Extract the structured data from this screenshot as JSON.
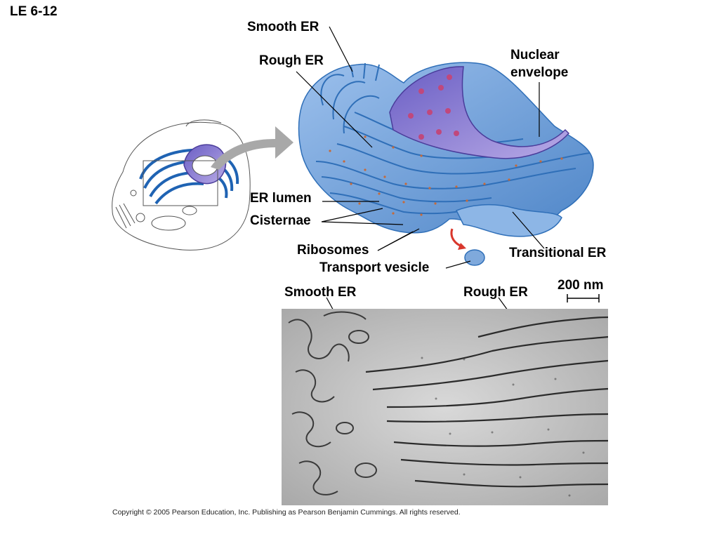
{
  "figure_id": "LE 6-12",
  "labels": {
    "smooth_er_top": "Smooth ER",
    "rough_er_top": "Rough ER",
    "nuclear_envelope_line1": "Nuclear",
    "nuclear_envelope_line2": "envelope",
    "er_lumen": "ER lumen",
    "cisternae": "Cisternae",
    "ribosomes": "Ribosomes",
    "transport_vesicle": "Transport vesicle",
    "transitional_er": "Transitional ER",
    "scale_bar": "200 nm",
    "smooth_er_micrograph": "Smooth ER",
    "rough_er_micrograph": "Rough ER"
  },
  "copyright": "Copyright © 2005 Pearson Education, Inc. Publishing as Pearson Benjamin Cummings. All rights reserved.",
  "colors": {
    "er_blue": "#6c9fd6",
    "er_dark_blue": "#2f6fb8",
    "nuclear_purple": "#7b6cc4",
    "nuclear_pore_pink": "#c0487c",
    "arrow_gray": "#a8a8a8",
    "vesicle_arrow_red": "#d9372c"
  }
}
